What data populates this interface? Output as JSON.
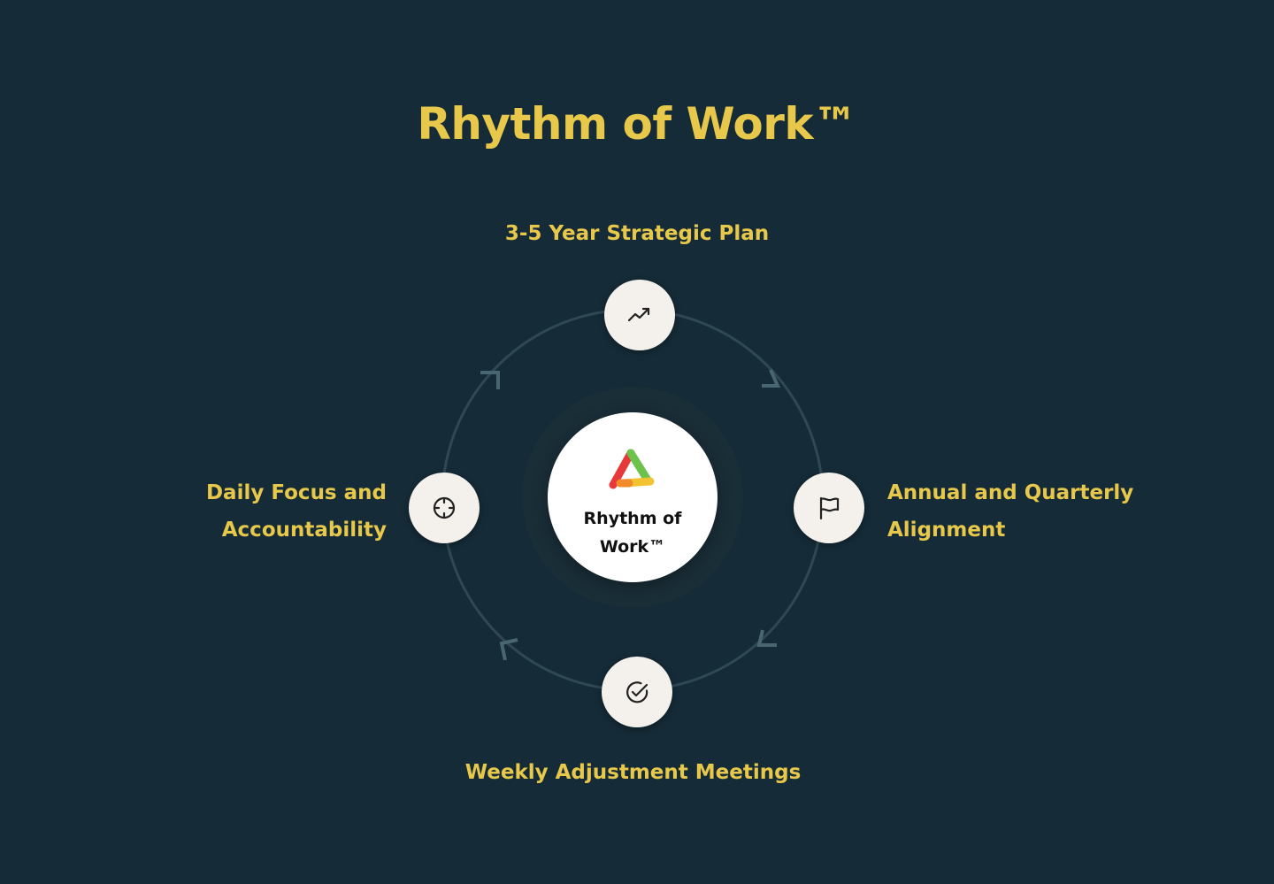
{
  "title": "Rhythm of Work™",
  "center": {
    "label_line1": "Rhythm of",
    "label_line2": "Work™",
    "logo_icon": "rhythm-of-work-logo-icon"
  },
  "stages": [
    {
      "id": "strategic",
      "label": "3-5 Year Strategic Plan",
      "icon": "trending-up-icon"
    },
    {
      "id": "annual",
      "label_line1": "Annual and Quarterly",
      "label_line2": "Alignment",
      "icon": "flag-icon"
    },
    {
      "id": "weekly",
      "label": "Weekly Adjustment Meetings",
      "icon": "check-circle-icon"
    },
    {
      "id": "daily",
      "label_line1": "Daily Focus and",
      "label_line2": "Accountability",
      "icon": "crosshair-icon"
    }
  ],
  "colors": {
    "background": "#152b37",
    "accent": "#e8c84a",
    "node_fill": "#f4f1ec",
    "ring": "#2f4855",
    "arrow": "#4a6572"
  }
}
